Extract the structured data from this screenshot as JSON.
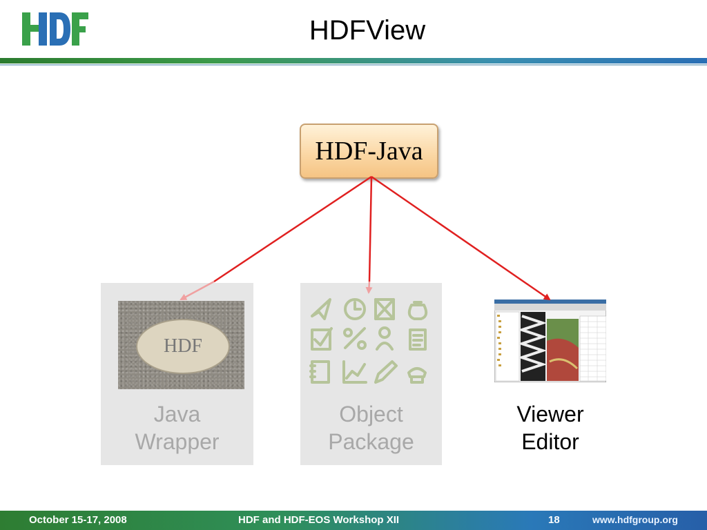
{
  "slide": {
    "title": "HDFView"
  },
  "logo": {
    "text": "HDF",
    "colors": {
      "green": "#3aa14a",
      "blue": "#2a6fb5"
    }
  },
  "diagram": {
    "root": {
      "label": "HDF-Java"
    },
    "children": [
      {
        "id": "java-wrapper",
        "label_line1": "Java",
        "label_line2": "Wrapper",
        "inner_text": "HDF",
        "dimmed": true
      },
      {
        "id": "object-package",
        "label_line1": "Object",
        "label_line2": "Package",
        "dimmed": true
      },
      {
        "id": "viewer-editor",
        "label_line1": "Viewer",
        "label_line2": "Editor",
        "dimmed": false
      }
    ],
    "arrow_color": "#e02020"
  },
  "footer": {
    "date": "October 15-17, 2008",
    "workshop": "HDF and HDF-EOS Workshop XII",
    "page": "18",
    "url": "www.hdfgroup.org"
  }
}
